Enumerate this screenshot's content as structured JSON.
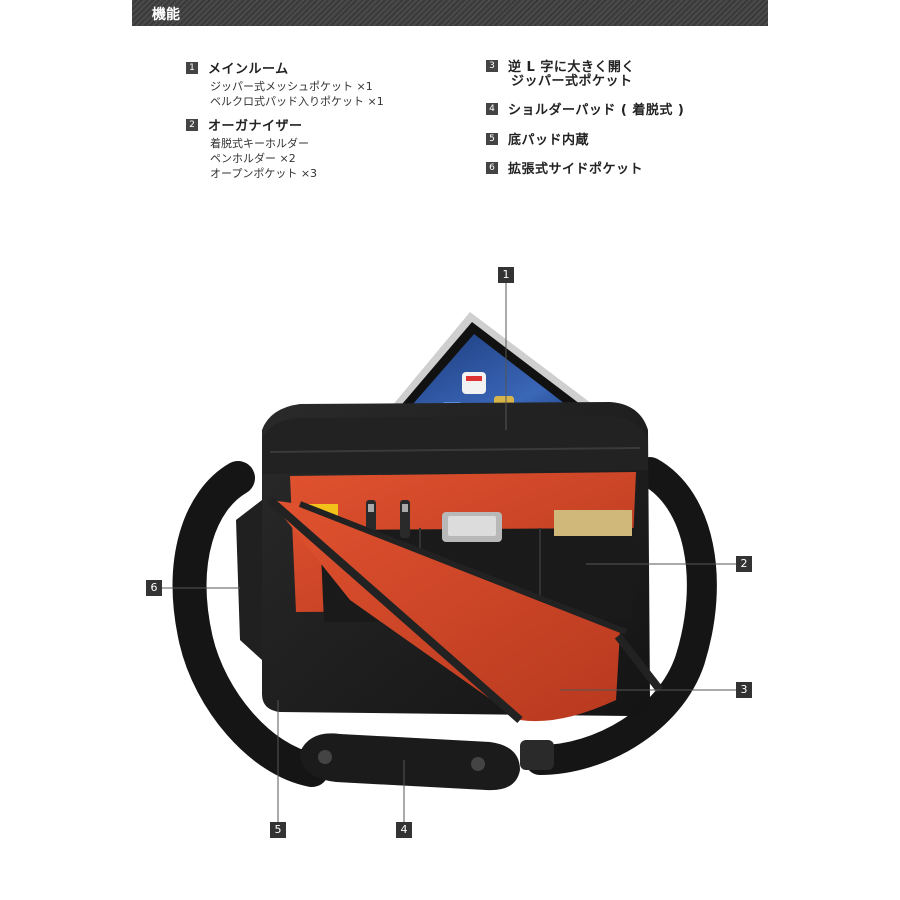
{
  "header": {
    "title": "機能"
  },
  "features": [
    {
      "num": "1",
      "title": "メインルーム",
      "subs": [
        "ジッパー式メッシュポケット ×1",
        "ベルクロ式パッド入りポケット ×1"
      ]
    },
    {
      "num": "2",
      "title": "オーガナイザー",
      "subs": [
        "着脱式キーホルダー",
        "ペンホルダー ×2",
        "オープンポケット ×3"
      ]
    },
    {
      "num": "3",
      "title_lines": [
        "逆 L 字に大きく開く",
        "ジッパー式ポケット"
      ]
    },
    {
      "num": "4",
      "title": "ショルダーパッド ( 着脱式 )"
    },
    {
      "num": "5",
      "title": "底パッド内蔵"
    },
    {
      "num": "6",
      "title": "拡張式サイドポケット"
    }
  ],
  "callouts": [
    "1",
    "2",
    "3",
    "4",
    "5",
    "6"
  ],
  "colors": {
    "bag": "#1c1c1c",
    "lining": "#d5462a",
    "header": "#3c3c3c"
  }
}
